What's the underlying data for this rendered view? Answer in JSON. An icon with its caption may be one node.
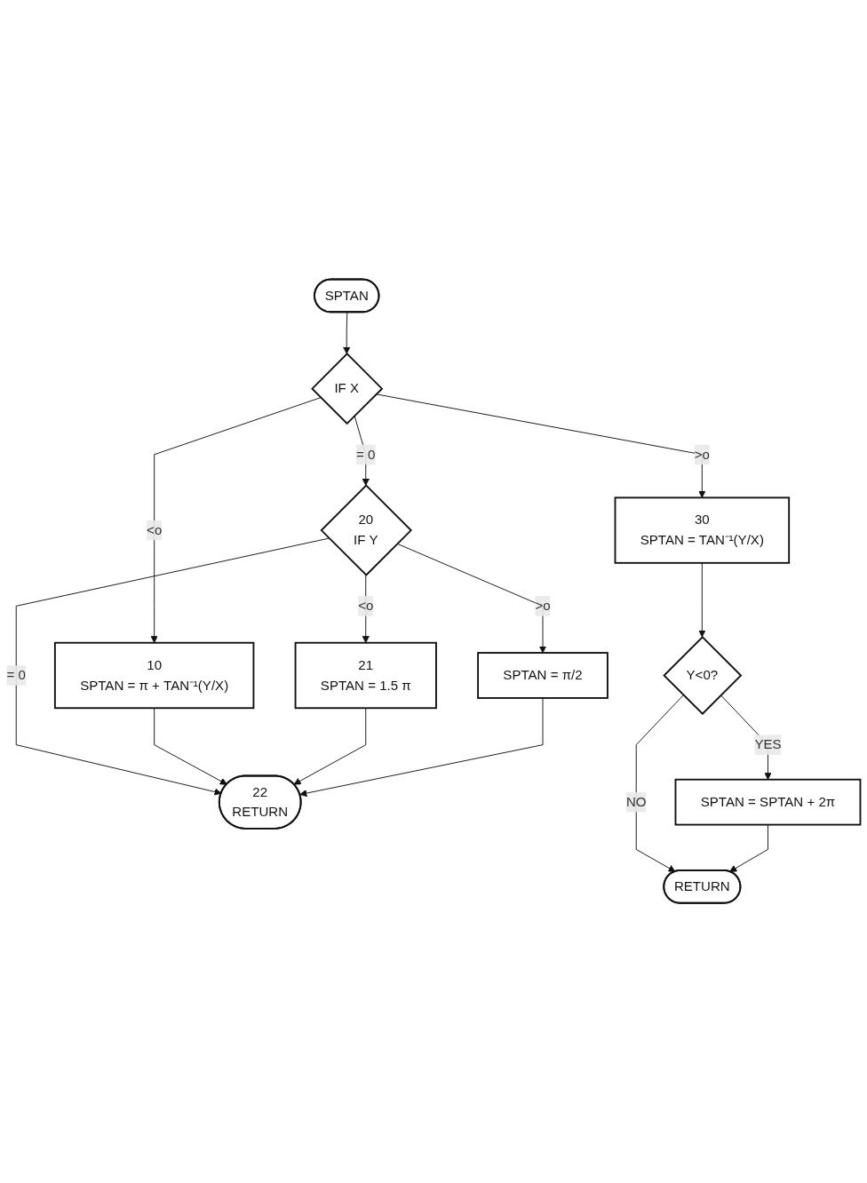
{
  "diagram": {
    "nodes": [
      {
        "text": [
          "SPTAN"
        ]
      },
      {
        "text": [
          "IF X"
        ]
      },
      {
        "text": [
          "10",
          "SPTAN = π + TAN⁻¹(Y/X)"
        ]
      },
      {
        "text": [
          "30",
          "SPTAN = TAN⁻¹(Y/X)"
        ]
      },
      {
        "text": [
          "20",
          "IF Y"
        ]
      },
      {
        "text": [
          "21",
          "SPTAN = 1.5 π"
        ]
      },
      {
        "text": [
          "SPTAN = π/2"
        ]
      },
      {
        "text": [
          "22",
          "RETURN"
        ]
      },
      {
        "text": [
          "Y<0?"
        ]
      },
      {
        "text": [
          "SPTAN = SPTAN + 2π"
        ]
      },
      {
        "text": [
          "RETURN"
        ]
      }
    ],
    "edges": [
      {
        "from": 0,
        "to": 1,
        "arrow": "to"
      },
      {
        "from": 1,
        "to": 2,
        "arrow": "to",
        "label": "<o"
      },
      {
        "from": 1,
        "to": 3,
        "arrow": "to",
        "label": ">o"
      },
      {
        "from": 1,
        "to": 4,
        "arrow": "to",
        "label": "= 0"
      },
      {
        "from": 4,
        "to": 5,
        "arrow": "to",
        "label": "<o"
      },
      {
        "from": 4,
        "to": 6,
        "arrow": "to",
        "label": ">o"
      },
      {
        "from": 4,
        "to": 7,
        "arrow": "to",
        "label": "= 0"
      },
      {
        "from": 2,
        "to": 7,
        "arrow": "to"
      },
      {
        "from": 5,
        "to": 7,
        "arrow": "to"
      },
      {
        "from": 6,
        "to": 7,
        "arrow": "to"
      },
      {
        "from": 3,
        "to": 8,
        "arrow": "to"
      },
      {
        "from": 8,
        "to": 9,
        "arrow": "to",
        "label": "YES"
      },
      {
        "from": 8,
        "to": 10,
        "arrow": "to",
        "label": "NO"
      },
      {
        "from": 9,
        "to": 10,
        "arrow": "to"
      }
    ]
  }
}
